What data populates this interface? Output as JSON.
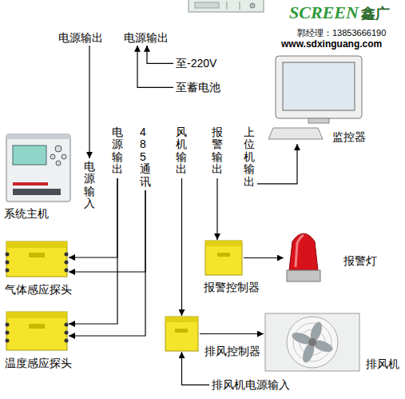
{
  "diagram": {
    "nodes": [
      {
        "text": [
          "电源输出"
        ]
      },
      {
        "text": [
          "电源输出"
        ]
      },
      {
        "text": [
          "至-220V"
        ]
      },
      {
        "text": [
          "至蓄电池"
        ]
      },
      {
        "text": [
          "电源输入"
        ]
      },
      {
        "text": [
          "系统主机"
        ]
      },
      {
        "text": [
          "电源输出"
        ]
      },
      {
        "text": [
          "485通讯"
        ]
      },
      {
        "text": [
          "风机输出"
        ]
      },
      {
        "text": [
          "报警输出"
        ]
      },
      {
        "text": [
          "上位机输出"
        ]
      },
      {
        "text": [
          "监控器"
        ]
      },
      {
        "text": [
          "气体感应探头"
        ]
      },
      {
        "text": [
          "温度感应探头"
        ]
      },
      {
        "text": [
          "报警控制器"
        ]
      },
      {
        "text": [
          "报警灯"
        ]
      },
      {
        "text": [
          "排风控制器"
        ]
      },
      {
        "text": [
          "排风机"
        ]
      },
      {
        "text": [
          "排风机电源输入"
        ]
      }
    ],
    "edges": [
      {
        "from": 0,
        "to": 4,
        "arrow": "to"
      },
      {
        "from": 2,
        "to": 1,
        "arrow": "to"
      },
      {
        "from": 3,
        "to": 1,
        "arrow": "to"
      },
      {
        "from": 6,
        "to": 12,
        "arrow": "to"
      },
      {
        "from": 6,
        "to": 13,
        "arrow": "to"
      },
      {
        "from": 7,
        "to": 12,
        "arrow": "to"
      },
      {
        "from": 7,
        "to": 13,
        "arrow": "to"
      },
      {
        "from": 8,
        "to": 16,
        "arrow": "to"
      },
      {
        "from": 9,
        "to": 14,
        "arrow": "to"
      },
      {
        "from": 10,
        "to": 11,
        "arrow": "to"
      },
      {
        "from": 14,
        "to": 15,
        "arrow": "to"
      },
      {
        "from": 16,
        "to": 17,
        "arrow": "to"
      },
      {
        "from": 18,
        "to": 16,
        "arrow": "to"
      }
    ],
    "labels": [
      "SCREEN",
      "鑫广",
      "郭经理：13853666190",
      "www.sdxinguang.com"
    ]
  }
}
